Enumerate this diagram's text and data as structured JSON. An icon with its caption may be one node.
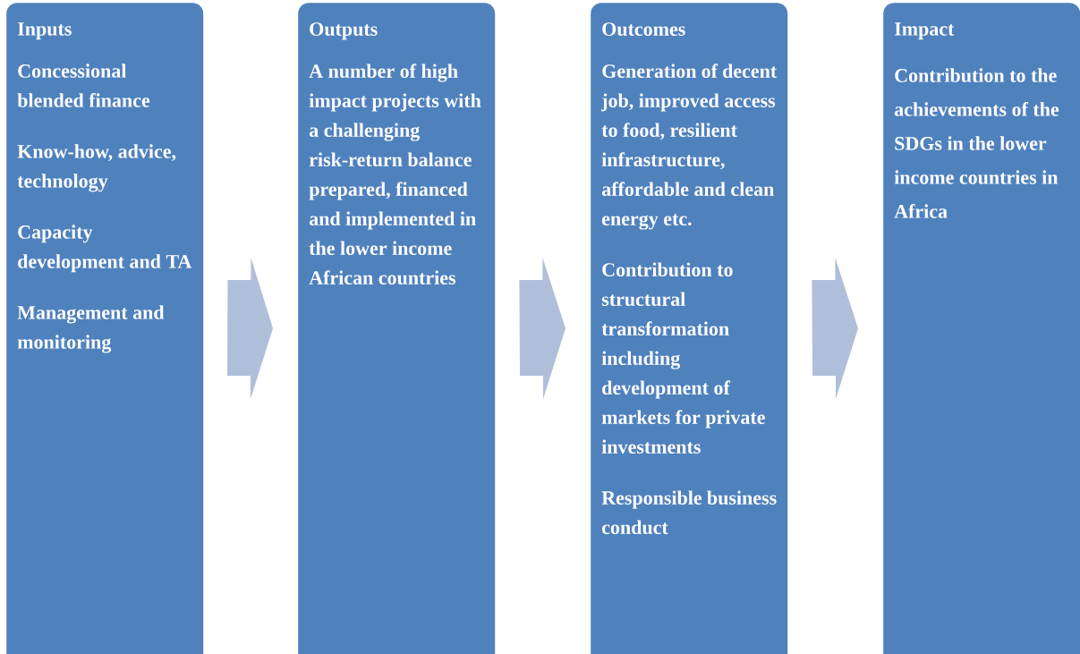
{
  "diagram": {
    "nodes": [
      {
        "text": [
          "Inputs",
          "Concessional blended finance",
          "Know-how, advice, technology",
          "Capacity development and TA",
          "Management and monitoring"
        ]
      },
      {
        "text": [
          "Outputs",
          "A number  of high impact projects with a challenging risk-return balance prepared, financed and implemented in the lower income African countries"
        ]
      },
      {
        "text": [
          "Outcomes",
          "Generation of decent job, improved access to food, resilient infrastructure, affordable and clean energy etc.",
          "Contribution to structural transformation including development of markets for private investments",
          "Responsible business conduct"
        ]
      },
      {
        "text": [
          "Impact",
          "Contribution to the achievements of the SDGs in the lower income countries in Africa"
        ]
      }
    ],
    "edges": [
      {
        "from": 0,
        "to": 1,
        "arrow": "to"
      },
      {
        "from": 1,
        "to": 2,
        "arrow": "to"
      },
      {
        "from": 2,
        "to": 3,
        "arrow": "to"
      }
    ]
  }
}
